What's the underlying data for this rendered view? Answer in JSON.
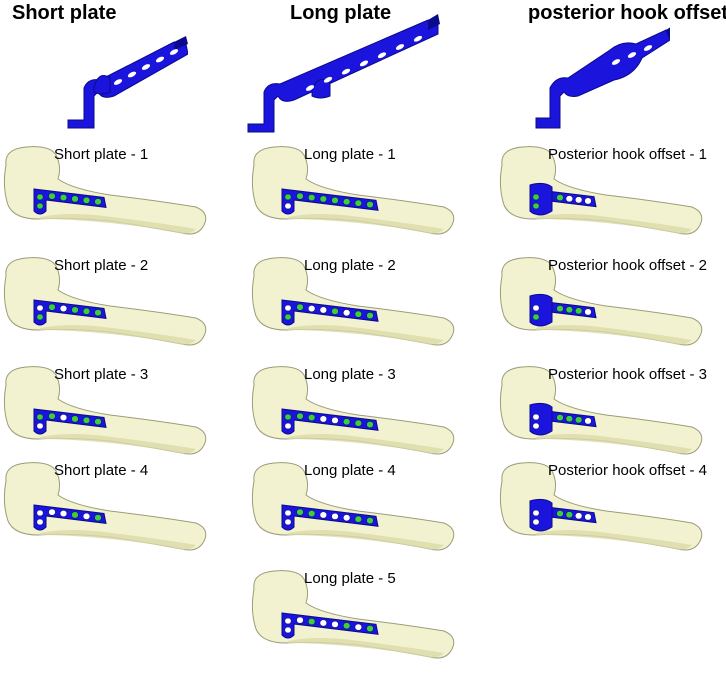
{
  "columns": [
    {
      "title": "Short plate",
      "configs": [
        {
          "label": "Short plate - 1",
          "holes": [
            "g",
            "g",
            "g",
            "g",
            "g"
          ],
          "hook_holes": [
            "g",
            "g"
          ]
        },
        {
          "label": "Short plate - 2",
          "holes": [
            "g",
            "w",
            "g",
            "g",
            "g"
          ],
          "hook_holes": [
            "w",
            "g"
          ]
        },
        {
          "label": "Short plate - 3",
          "holes": [
            "g",
            "w",
            "g",
            "g",
            "g"
          ],
          "hook_holes": [
            "g",
            "w"
          ]
        },
        {
          "label": "Short plate - 4",
          "holes": [
            "w",
            "w",
            "g",
            "w",
            "g"
          ],
          "hook_holes": [
            "w",
            "w"
          ]
        }
      ]
    },
    {
      "title": "Long plate",
      "configs": [
        {
          "label": "Long plate - 1",
          "holes": [
            "g",
            "g",
            "g",
            "g",
            "g",
            "g",
            "g"
          ],
          "hook_holes": [
            "g",
            "w"
          ]
        },
        {
          "label": "Long plate - 2",
          "holes": [
            "g",
            "w",
            "w",
            "g",
            "w",
            "g",
            "g"
          ],
          "hook_holes": [
            "w",
            "g"
          ]
        },
        {
          "label": "Long plate - 3",
          "holes": [
            "g",
            "g",
            "w",
            "w",
            "g",
            "g",
            "g"
          ],
          "hook_holes": [
            "g",
            "w"
          ]
        },
        {
          "label": "Long plate - 4",
          "holes": [
            "g",
            "g",
            "w",
            "w",
            "w",
            "g",
            "g"
          ],
          "hook_holes": [
            "w",
            "w"
          ]
        },
        {
          "label": "Long plate - 5",
          "holes": [
            "w",
            "g",
            "w",
            "w",
            "g",
            "w",
            "g"
          ],
          "hook_holes": [
            "w",
            "w"
          ]
        }
      ]
    },
    {
      "title": "posterior hook offset",
      "configs": [
        {
          "label": "Posterior hook offset - 1",
          "holes": [
            "g",
            "w",
            "w",
            "w"
          ],
          "hook_holes": [
            "g",
            "g"
          ]
        },
        {
          "label": "Posterior hook offset - 2",
          "holes": [
            "g",
            "g",
            "g",
            "w"
          ],
          "hook_holes": [
            "w",
            "g"
          ]
        },
        {
          "label": "Posterior hook offset - 3",
          "holes": [
            "g",
            "g",
            "g",
            "w"
          ],
          "hook_holes": [
            "w",
            "w"
          ]
        },
        {
          "label": "Posterior hook offset - 4",
          "holes": [
            "g",
            "g",
            "w",
            "w"
          ],
          "hook_holes": [
            "w",
            "w"
          ]
        }
      ]
    }
  ],
  "colors": {
    "plate": "#1a14dc",
    "plate_dark": "#0b0a8a",
    "bone": "#f2f2d0",
    "bone_shade": "#d9d9a8",
    "bone_stroke": "#9c9c78",
    "screw": "#3ccf3c",
    "screw_hole_empty": "#ffffff"
  }
}
